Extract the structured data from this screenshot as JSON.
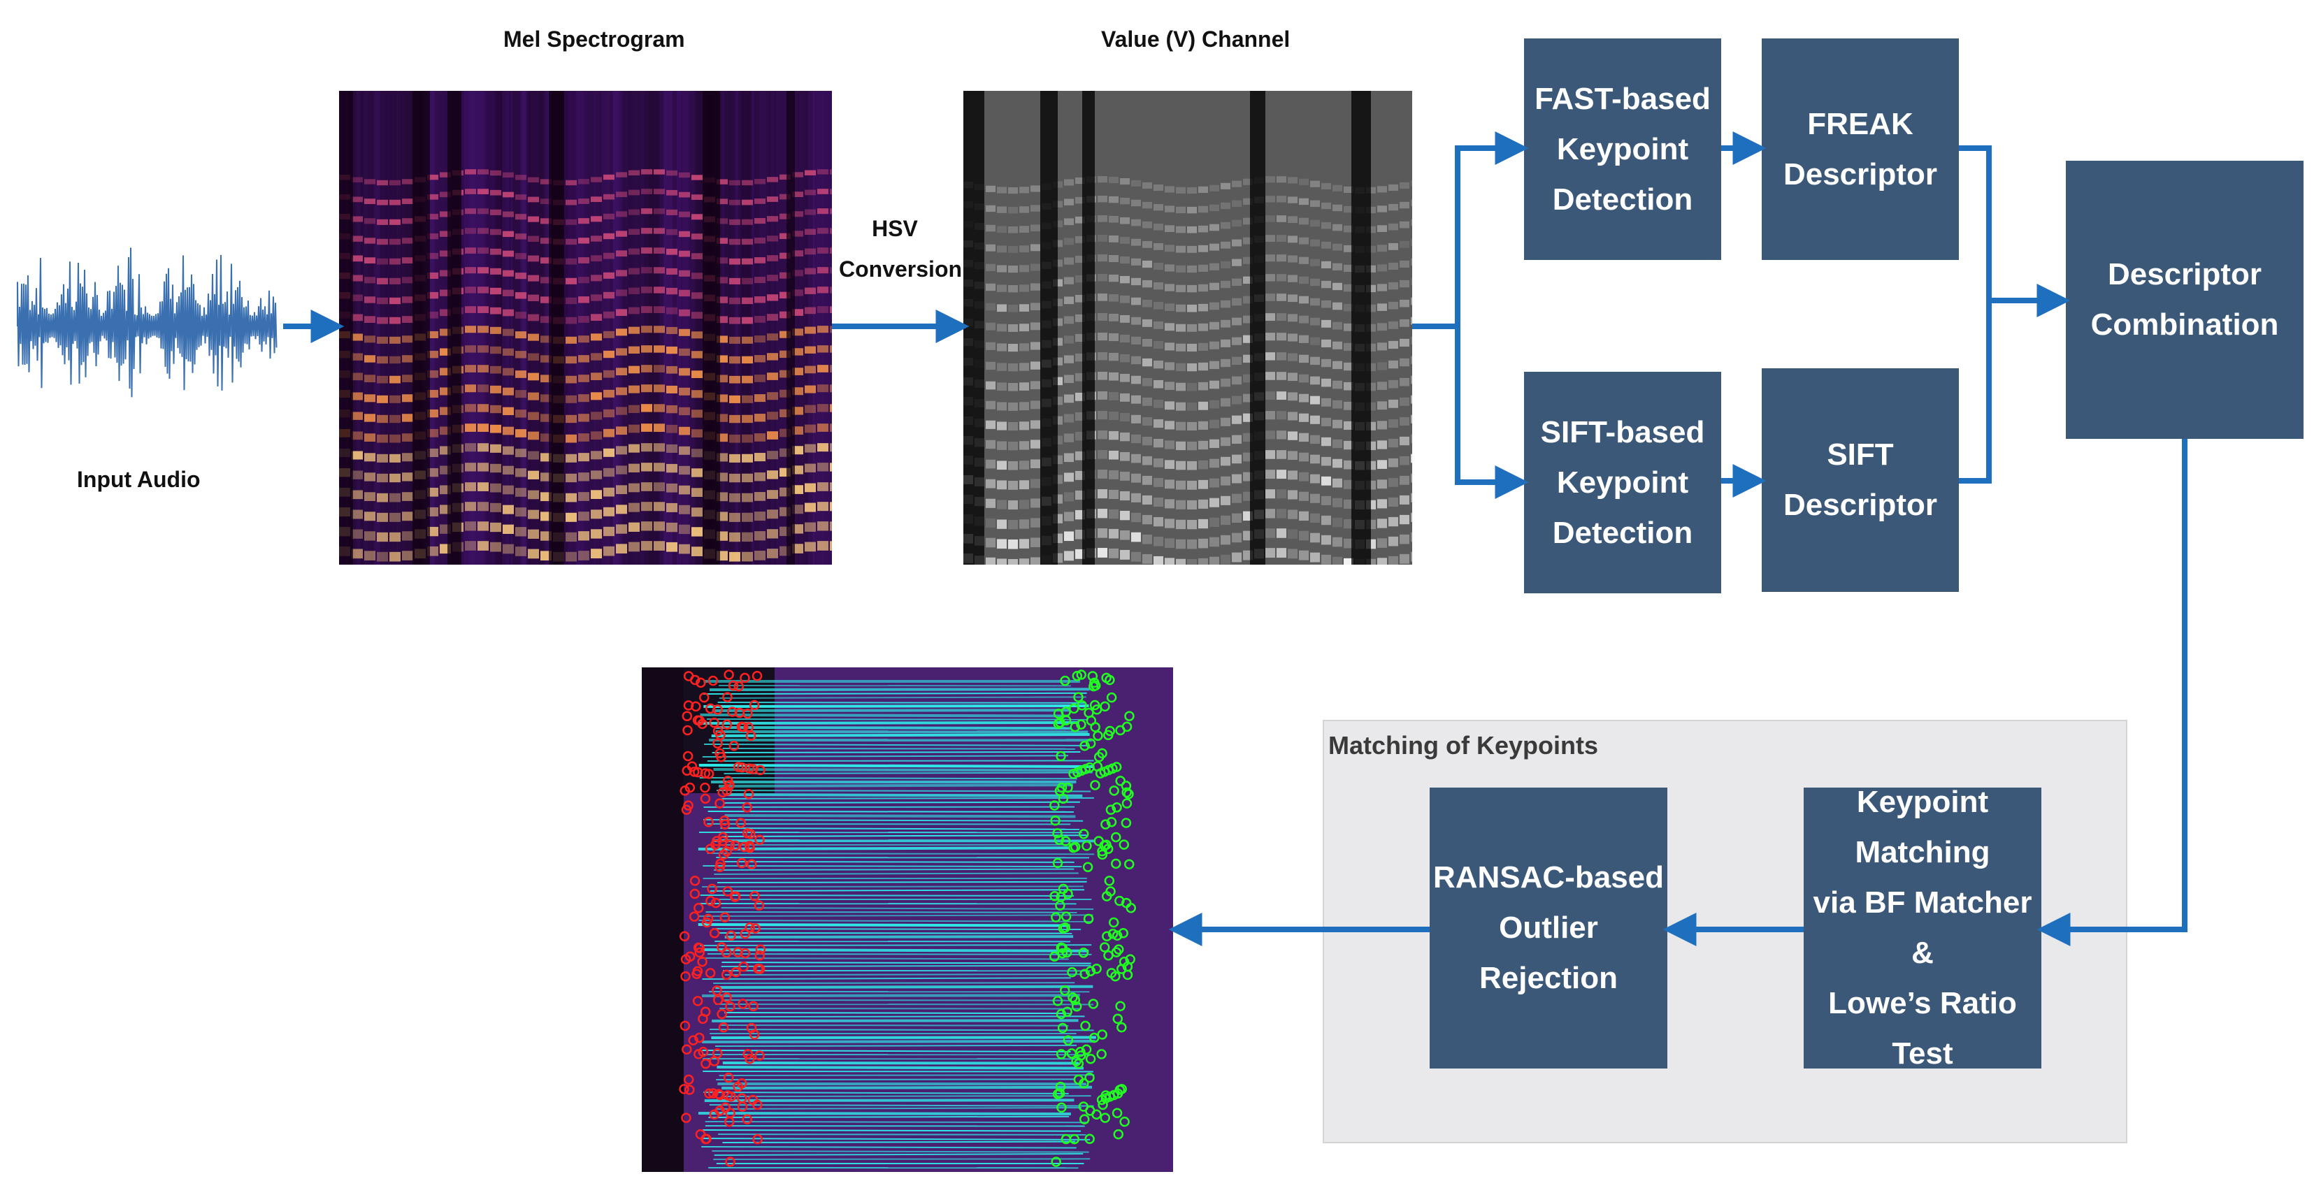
{
  "labels": {
    "mel_spectrogram": "Mel Spectrogram",
    "value_channel": "Value (V) Channel",
    "hsv_conversion": "HSV\nConversion",
    "input_audio": "Input Audio"
  },
  "boxes": {
    "fast": "FAST-based\nKeypoint\nDetection",
    "freak": "FREAK\nDescriptor",
    "sift_detect": "SIFT-based\nKeypoint\nDetection",
    "sift_desc": "SIFT Descriptor",
    "combination": "Descriptor\nCombination",
    "matching": "Keypoint Matching\nvia BF Matcher\n&\nLowe’s Ratio Test",
    "ransac": "RANSAC-based\nOutlier Rejection"
  },
  "panel": {
    "title": "Matching of Keypoints"
  },
  "colors": {
    "box_fill": "#3b5878",
    "arrow": "#1f6fbf",
    "panel_bg": "#e9e9eb",
    "waveform": "#3a6fb0",
    "match_line": "#2fe6e6",
    "keypoint_left": "#ff2020",
    "keypoint_right": "#20ff20"
  }
}
